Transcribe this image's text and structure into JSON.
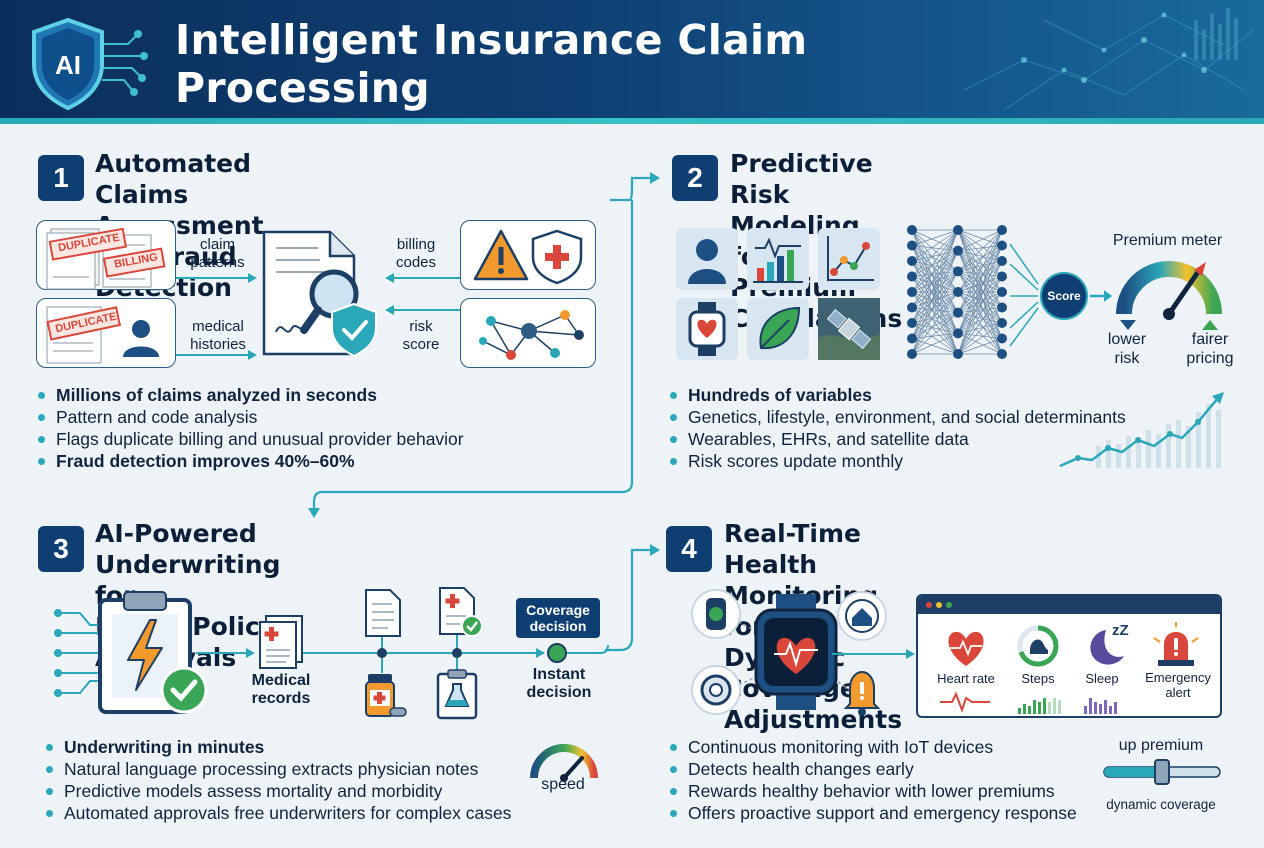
{
  "header": {
    "title_line1": "Intelligent Insurance Claim Processing",
    "title_line2": "and Risk Management",
    "logo_text": "AI"
  },
  "colors": {
    "navy": "#0f3f72",
    "teal": "#2aa7b8",
    "red": "#d9473b",
    "orange": "#f29a2e",
    "green": "#3aa655"
  },
  "section1": {
    "number": "1",
    "title_line1": "Automated Claims Assessment",
    "title_line2": "and Fraud Detection",
    "stamp_duplicate": "DUPLICATE",
    "stamp_billing": "BILLING",
    "labels": {
      "claim_patterns_1": "claim",
      "claim_patterns_2": "patterns",
      "medical_histories_1": "medical",
      "medical_histories_2": "histories",
      "billing_codes_1": "billing",
      "billing_codes_2": "codes",
      "risk_score_1": "risk",
      "risk_score_2": "score"
    },
    "bullets": [
      {
        "text": "Millions of claims analyzed in seconds",
        "bold": true
      },
      {
        "text": "Pattern and code analysis",
        "bold": false
      },
      {
        "text": "Flags duplicate billing and unusual provider behavior",
        "bold": false
      },
      {
        "text": "Fraud detection improves 40%–60%",
        "bold": true
      }
    ]
  },
  "section2": {
    "number": "2",
    "title_line1": "Predictive Risk Modeling for",
    "title_line2": "Premium Calculations",
    "score_label": "Score",
    "meter_title": "Premium meter",
    "lower_risk_1": "lower",
    "lower_risk_2": "risk",
    "fairer_pricing_1": "fairer",
    "fairer_pricing_2": "pricing",
    "bullets": [
      {
        "text": "Hundreds of variables",
        "bold": true
      },
      {
        "text": "Genetics, lifestyle, environment, and social determinants",
        "bold": false
      },
      {
        "text": "Wearables, EHRs, and satellite data",
        "bold": false
      },
      {
        "text": "Risk scores update monthly",
        "bold": false
      }
    ]
  },
  "section3": {
    "number": "3",
    "title_line1": "AI-Powered Underwriting for",
    "title_line2": "Faster Policy Approvals",
    "medical_records_1": "Medical",
    "medical_records_2": "records",
    "coverage_decision_1": "Coverage",
    "coverage_decision_2": "decision",
    "instant_decision_1": "Instant",
    "instant_decision_2": "decision",
    "speed_label": "speed",
    "bullets": [
      {
        "text": "Underwriting in minutes",
        "bold": true
      },
      {
        "text": "Natural language processing extracts physician notes",
        "bold": false
      },
      {
        "text": "Predictive models assess mortality and morbidity",
        "bold": false
      },
      {
        "text": "Automated approvals free underwriters for complex cases",
        "bold": false
      }
    ]
  },
  "section4": {
    "number": "4",
    "title_line1": "Real-Time Health Monitoring for",
    "title_line2": "Dynamic Coverage Adjustments",
    "dashboard": {
      "heart_rate": "Heart rate",
      "steps": "Steps",
      "sleep": "Sleep",
      "emergency_1": "Emergency",
      "emergency_2": "alert",
      "sleep_glyph": "zZ"
    },
    "up_premium": "up premium",
    "dynamic_coverage": "dynamic coverage",
    "bullets": [
      {
        "text": "Continuous monitoring with IoT devices",
        "bold": false
      },
      {
        "text": "Detects health changes early",
        "bold": false
      },
      {
        "text": "Rewards healthy behavior with lower premiums",
        "bold": false
      },
      {
        "text": "Offers proactive support and emergency response",
        "bold": false
      }
    ]
  }
}
